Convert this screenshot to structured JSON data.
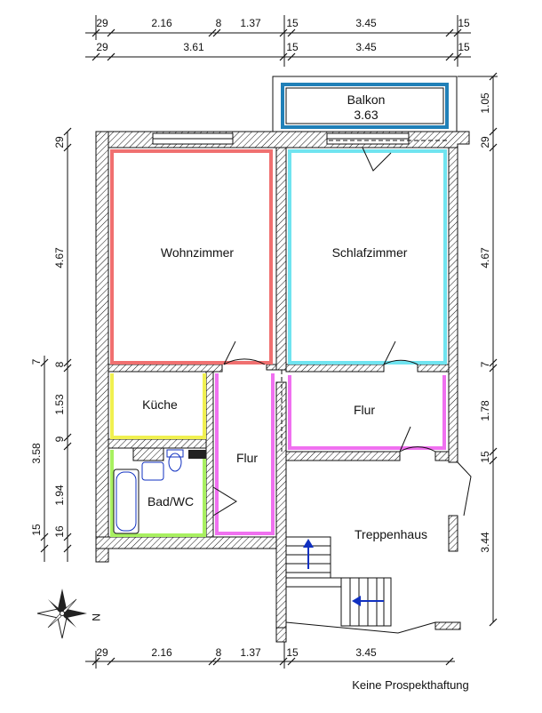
{
  "colors": {
    "wohnzimmer": "#f07070",
    "schlafzimmer": "#70e4f0",
    "kueche": "#f0f050",
    "bad": "#a8f060",
    "flur": "#f070f0",
    "balkon": "#2080b8",
    "arrow": "#1030c0"
  },
  "rooms": {
    "wohnzimmer": "Wohnzimmer",
    "schlafzimmer": "Schlafzimmer",
    "kueche": "Küche",
    "bad": "Bad/WC",
    "flur_left": "Flur",
    "flur_right": "Flur",
    "treppenhaus": "Treppenhaus",
    "balkon": "Balkon",
    "balkon_size": "3.63"
  },
  "dims": {
    "top_row1": [
      "29",
      "2.16",
      "8",
      "1.37",
      "15",
      "3.45",
      "15"
    ],
    "top_row2": [
      "29",
      "3.61",
      "15",
      "3.45",
      "15"
    ],
    "bottom": [
      "29",
      "2.16",
      "8",
      "1.37",
      "15",
      "3.45"
    ],
    "left_outer": [
      "29",
      "4.67",
      "7",
      "3.58",
      "15"
    ],
    "left_inner": [
      "8",
      "1.53",
      "9",
      "1.94",
      "16"
    ],
    "right": [
      "1.05",
      "29",
      "4.67",
      "7",
      "1.78",
      "15",
      "3.44"
    ]
  },
  "icons": {
    "north_arrow": "compass-rose-icon",
    "north_label": "N"
  },
  "footer": "Keine Prospekthaftung"
}
